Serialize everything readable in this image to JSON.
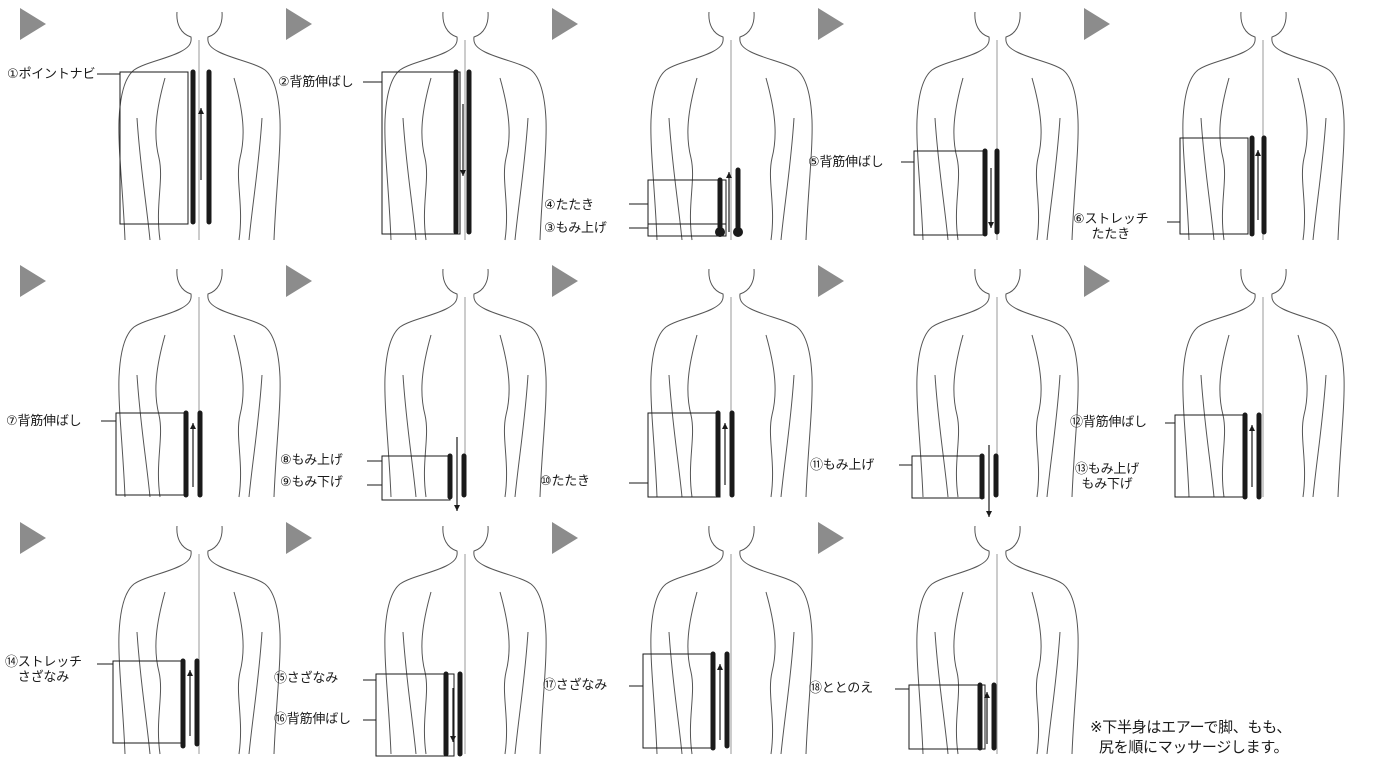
{
  "panels": [
    {
      "labels": [
        "①ポイントナビ"
      ]
    },
    {
      "labels": [
        "②背筋伸ばし"
      ]
    },
    {
      "labels": [
        "④たたき",
        "③もみ上げ"
      ]
    },
    {
      "labels": [
        "⑤背筋伸ばし"
      ]
    },
    {
      "labels": [
        "⑥ストレッチ\nたたき"
      ]
    },
    {
      "labels": [
        "⑦背筋伸ばし"
      ]
    },
    {
      "labels": [
        "⑧もみ上げ",
        "⑨もみ下げ"
      ]
    },
    {
      "labels": [
        "⑩たたき"
      ]
    },
    {
      "labels": [
        "⑪もみ上げ"
      ]
    },
    {
      "labels": [
        "⑫背筋伸ばし",
        "⑬もみ上げ\nもみ下げ"
      ]
    },
    {
      "labels": [
        "⑭ストレッチ\nさざなみ"
      ]
    },
    {
      "labels": [
        "⑮さざなみ",
        "⑯背筋伸ばし"
      ]
    },
    {
      "labels": [
        "⑰さざなみ"
      ]
    },
    {
      "labels": [
        "⑱ととのえ"
      ]
    }
  ],
  "footnote": "※下半身はエアーで脚、もも、\n  尻を順にマッサージします。",
  "colors": {
    "arrow": "#8c8c8c",
    "outline": "#555555",
    "bar": "#1a1a1a"
  }
}
